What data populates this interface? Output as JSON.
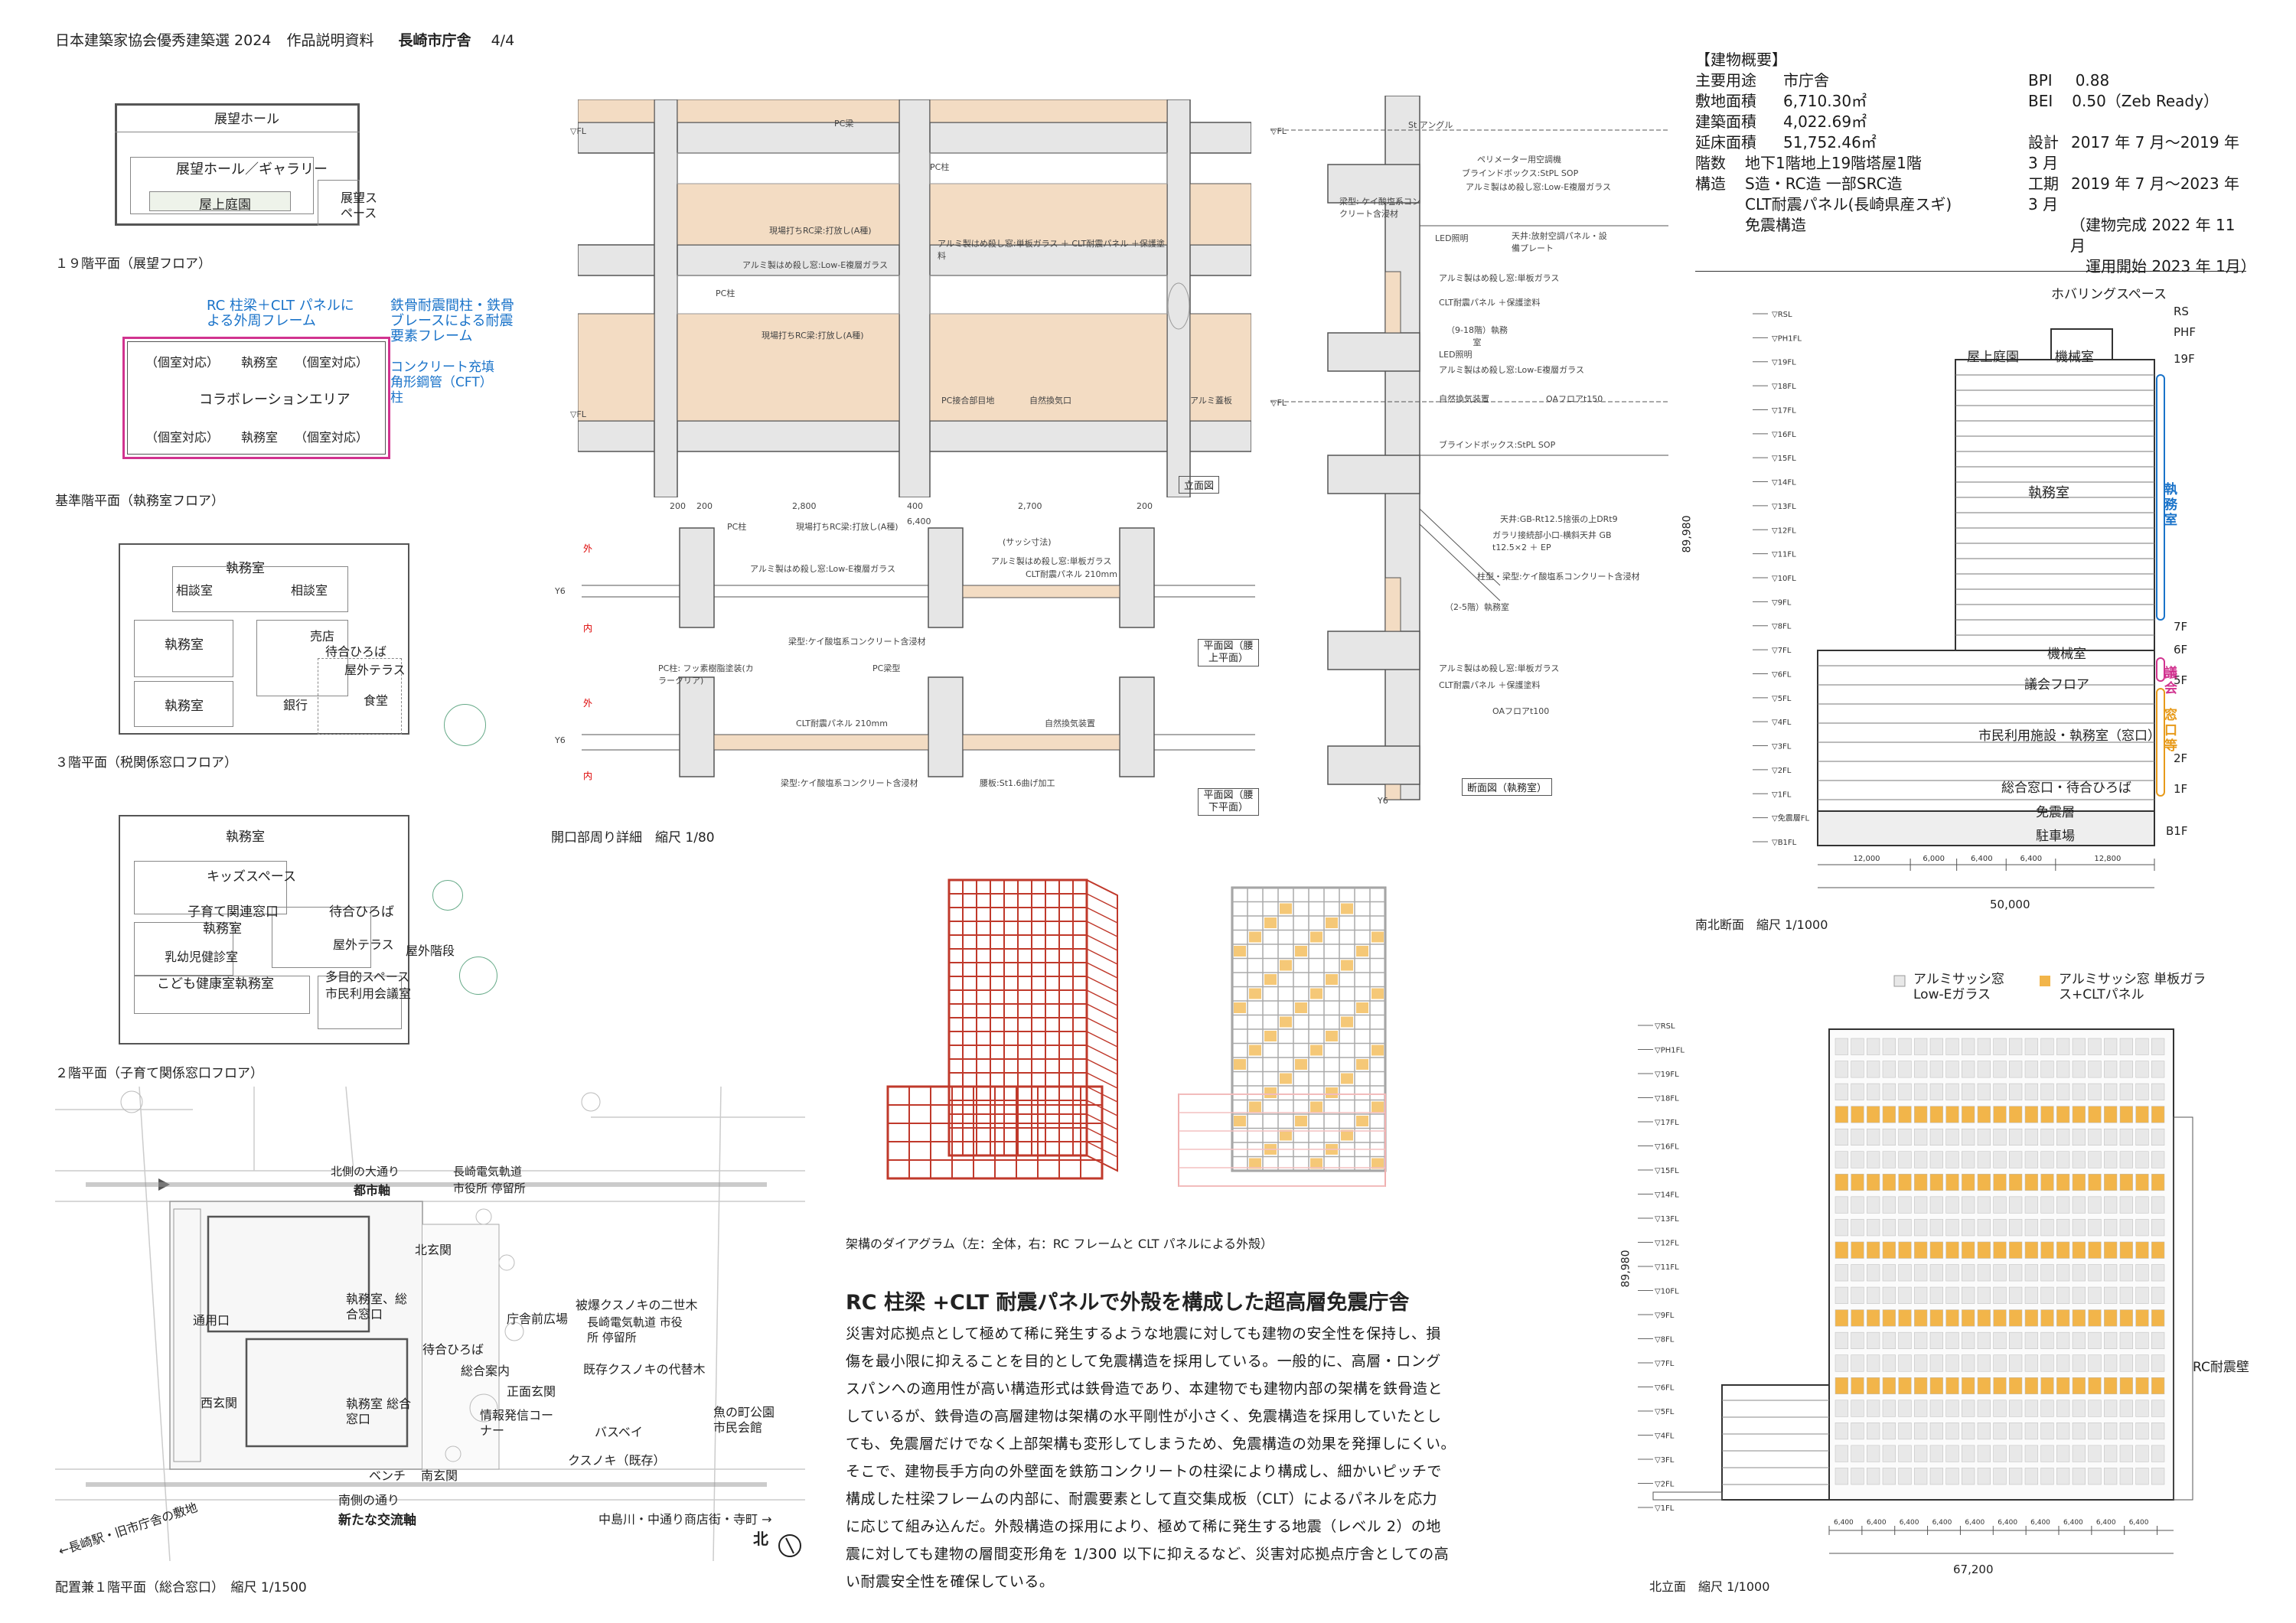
{
  "header": {
    "series": "日本建築家協会優秀建築選 2024",
    "doc_type": "作品説明資料",
    "project": "長崎市庁舎",
    "page": "4/4"
  },
  "overview": {
    "heading": "【建物概要】",
    "rows": [
      {
        "k": "主要用途",
        "v": "市庁舎"
      },
      {
        "k": "敷地面積",
        "v": "6,710.30㎡"
      },
      {
        "k": "建築面積",
        "v": "4,022.69㎡"
      },
      {
        "k": "延床面積",
        "v": "51,752.46㎡"
      },
      {
        "k": "階数",
        "v": "地下1階地上19階塔屋1階"
      },
      {
        "k": "構造",
        "v": "S造・RC造 一部SRC造"
      }
    ],
    "structure_extra": [
      "CLT耐震パネル(長崎県産スギ)",
      "免震構造"
    ],
    "bpi_label": "BPI",
    "bpi": "0.88",
    "bei_label": "BEI",
    "bei": "0.50（Zeb Ready）",
    "design_label": "設計",
    "design": "2017 年 7 月〜2019 年 3 月",
    "work_label": "工期",
    "work": "2019 年 7 月〜2023 年 3 月",
    "complete": "（建物完成 2022 年 11 月",
    "start": "運用開始 2023 年 1月）"
  },
  "plans": {
    "f19": {
      "caption": "１９階平面（展望フロア）",
      "rooms": [
        "展望ホール",
        "展望ホール／ギャラリー",
        "屋上庭園",
        "展望スペース"
      ]
    },
    "standard": {
      "caption": "基準階平面（執務室フロア）",
      "note1": "RC 柱梁＋CLT パネルによる外周フレーム",
      "note2": "鉄骨耐震間柱・鉄骨ブレースによる耐震要素フレーム",
      "note3": "コンクリート充填角形鋼管（CFT）柱",
      "rooms": [
        "（個室対応）",
        "執務室",
        "（個室対応）",
        "コラボレーションエリア",
        "（個室対応）",
        "執務室",
        "（個室対応）"
      ]
    },
    "f3": {
      "caption": "３階平面（税関係窓口フロア）",
      "rooms": [
        "執務室",
        "相談室",
        "相談室",
        "執務室",
        "売店",
        "待合ひろば",
        "屋外テラス",
        "執務室",
        "銀行",
        "食堂"
      ]
    },
    "f2": {
      "caption": "２階平面（子育て関係窓口フロア）",
      "rooms": [
        "執務室",
        "キッズスペース",
        "子育て関連窓口",
        "執務室",
        "待合ひろば",
        "屋外テラス",
        "屋外階段",
        "乳幼児健診室",
        "こども健康室執務室",
        "多目的スペース",
        "市民利用会議室"
      ]
    }
  },
  "site": {
    "caption": "配置兼１階平面（総合窓口）　縮尺 1/1500",
    "labels": {
      "north_street": "北側の大通り",
      "axis_city": "都市軸",
      "tram": "長崎電気軌道",
      "tram_stop": "市役所 停留所",
      "north_entrance": "北玄関",
      "west_door": "通用口",
      "west_entrance": "西玄関",
      "office1": "執務室、総合窓口",
      "waiting": "待合ひろば",
      "info": "総合案内",
      "office2": "執務室 総合窓口",
      "pr_corner": "情報発信コーナー",
      "plaza": "庁舎前広場",
      "main_entrance": "正面玄関",
      "bench": "ベンチ",
      "south_entrance": "南玄関",
      "bus": "バスベイ",
      "camphor": "クスノキ（既存）",
      "camphor2": "被爆クスノキの二世木",
      "tram2": "長崎電気軌道 市役所 停留所",
      "camphor3": "既存クスノキの代替木",
      "park": "魚の町公園 市民会館",
      "south_street": "南側の通り",
      "new_axis": "新たな交流軸",
      "nakajima": "中島川・中通り商店街・寺町 →",
      "station": "←長崎駅・旧市庁舎の敷地",
      "north": "北"
    }
  },
  "detail": {
    "caption": "開口部周り詳細　縮尺 1/80",
    "elevation_label": "立面図",
    "plan_upper_label": "平面図（腰上平面）",
    "plan_lower_label": "平面図（腰下平面）",
    "section_label": "断面図（執務室）",
    "dims_elev": [
      "200",
      "200",
      "2,800",
      "400",
      "2,700",
      "200",
      "6,400"
    ],
    "notes": [
      "PC梁",
      "PC柱",
      "現場打ちRC梁:打放し(A種)",
      "アルミ製はめ殺し窓:Low-E複層ガラス",
      "アルミ製はめ殺し窓:単板ガラス ＋ CLT耐震パネル ＋保護塗料",
      "PC柱",
      "現場打ちRC梁:打放し(A種)",
      "PC接合部目地",
      "自然換気口",
      "アルミ蓋板"
    ],
    "plan_notes_upper": [
      "PC柱",
      "現場打ちRC梁:打放し(A種)",
      "(サッシ寸法)",
      "アルミ製はめ殺し窓:Low-E複層ガラス",
      "アルミ製はめ殺し窓:単板ガラス",
      "CLT耐震パネル 210mm",
      "梁型:ケイ酸塩系コンクリート含浸材"
    ],
    "plan_notes_lower": [
      "PC柱: フッ素樹脂塗装(カラークリア)",
      "PC梁型",
      "CLT耐震パネル 210mm",
      "自然換気装置",
      "梁型:ケイ酸塩系コンクリート含浸材",
      "腰板:St1.6曲げ加工"
    ],
    "section_notes": [
      "St アングル",
      "ペリメーター用空調機",
      "ブラインドボックス:StPL SOP",
      "アルミ製はめ殺し窓:Low-E複層ガラス",
      "梁型: ケイ酸塩系コンクリート含浸材",
      "天井:放射空調パネル・設備プレート",
      "LED照明",
      "アルミ製はめ殺し窓:単板ガラス",
      "CLT耐震パネル ＋保護塗料",
      "（9-18階）執務室",
      "LED照明",
      "アルミ製はめ殺し窓:Low-E複層ガラス",
      "自然換気装置",
      "OAフロアt150",
      "ブラインドボックス:StPL SOP",
      "天井:GB-Rt12.5捨張の上DRt9",
      "ガラリ接続部小口-横斜天井 GB t12.5×2 ＋ EP",
      "柱型・梁型:ケイ酸塩系コンクリート含浸材",
      "（2-5階）執務室",
      "アルミ製はめ殺し窓:単板ガラス",
      "CLT耐震パネル ＋保護塗料",
      "OAフロアt100"
    ],
    "wall_tags": {
      "out": "外",
      "in": "内",
      "y6": "Y6",
      "fl": "▽FL"
    }
  },
  "diagram": {
    "caption": "架構のダイアグラム（左：全体，右：RC フレームと CLT パネルによる外殻）"
  },
  "article": {
    "title": "RC 柱梁 +CLT 耐震パネルで外殻を構成した超高層免震庁舎",
    "lines": [
      "災害対応拠点として極めて稀に発生するような地震に対しても建物の安全性を保持し、損",
      "傷を最小限に抑えることを目的として免震構造を採用している。一般的に、高層・ロング",
      "スパンへの適用性が高い構造形式は鉄骨造であり、本建物でも建物内部の架構を鉄骨造と",
      "しているが、鉄骨造の高層建物は架構の水平剛性が小さく、免震構造を採用していたとし",
      "ても、免震層だけでなく上部架構も変形してしまうため、免震構造の効果を発揮しにくい。",
      "そこで、建物長手方向の外壁面を鉄筋コンクリートの柱梁により構成し、細かいピッチで",
      "構成した柱梁フレームの内部に、耐震要素として直交集成板（CLT）によるパネルを応力",
      "に応じて組み込んだ。外殻構造の採用により、極めて稀に発生する地震（レベル 2）の地",
      "震に対しても建物の層間変形角を 1/300 以下に抑えるなど、災害対応拠点庁舎としての高",
      "い耐震安全性を確保している。"
    ]
  },
  "ns_section": {
    "caption": "南北断面　縮尺 1/1000",
    "top_labels": {
      "hover": "ホバリングスペース",
      "rs": "RS",
      "phf": "PHF",
      "f19": "19F"
    },
    "rooms": [
      "屋上庭園",
      "機械室",
      "執務室",
      "機械室",
      "議会フロア",
      "市民利用施設・執務室（窓口）",
      "総合窓口・待合ひろば",
      "免震層",
      "駐車場"
    ],
    "right_floors": [
      "7F",
      "6F",
      "5F",
      "2F",
      "1F",
      "B1F"
    ],
    "zone_office": "執務室",
    "zone_council": "議会",
    "zone_counter": "窓口等",
    "levels": [
      "RSL",
      "PH1FL",
      "19FL",
      "18FL",
      "17FL",
      "16FL",
      "15FL",
      "14FL",
      "13FL",
      "12FL",
      "11FL",
      "10FL",
      "9FL",
      "8FL",
      "7FL",
      "6FL",
      "5FL",
      "4FL",
      "3FL",
      "2FL",
      "1FL",
      "免震層FL",
      "B1FL"
    ],
    "height": "89,980",
    "spans": [
      "12,000",
      "6,000",
      "6,400",
      "6,400",
      "12,800"
    ],
    "total": "50,000"
  },
  "north_elev": {
    "caption": "北立面　縮尺 1/1000",
    "legend1": "アルミサッシ窓 Low-Eガラス",
    "legend2": "アルミサッシ窓 単板ガラス+CLTパネル",
    "rc_wall": "RC耐震壁",
    "levels": [
      "RSL",
      "PH1FL",
      "19FL",
      "18FL",
      "17FL",
      "16FL",
      "15FL",
      "14FL",
      "13FL",
      "12FL",
      "11FL",
      "10FL",
      "9FL",
      "8FL",
      "7FL",
      "6FL",
      "5FL",
      "4FL",
      "3FL",
      "2FL",
      "1FL"
    ],
    "height": "89,980",
    "bay": "6,400",
    "total": "67,200"
  },
  "colors": {
    "wood": "#f3dcc3",
    "clt": "#f2b54a",
    "blue": "#1a73c9",
    "pink": "#d1338f",
    "rc_red": "#c0392b"
  }
}
